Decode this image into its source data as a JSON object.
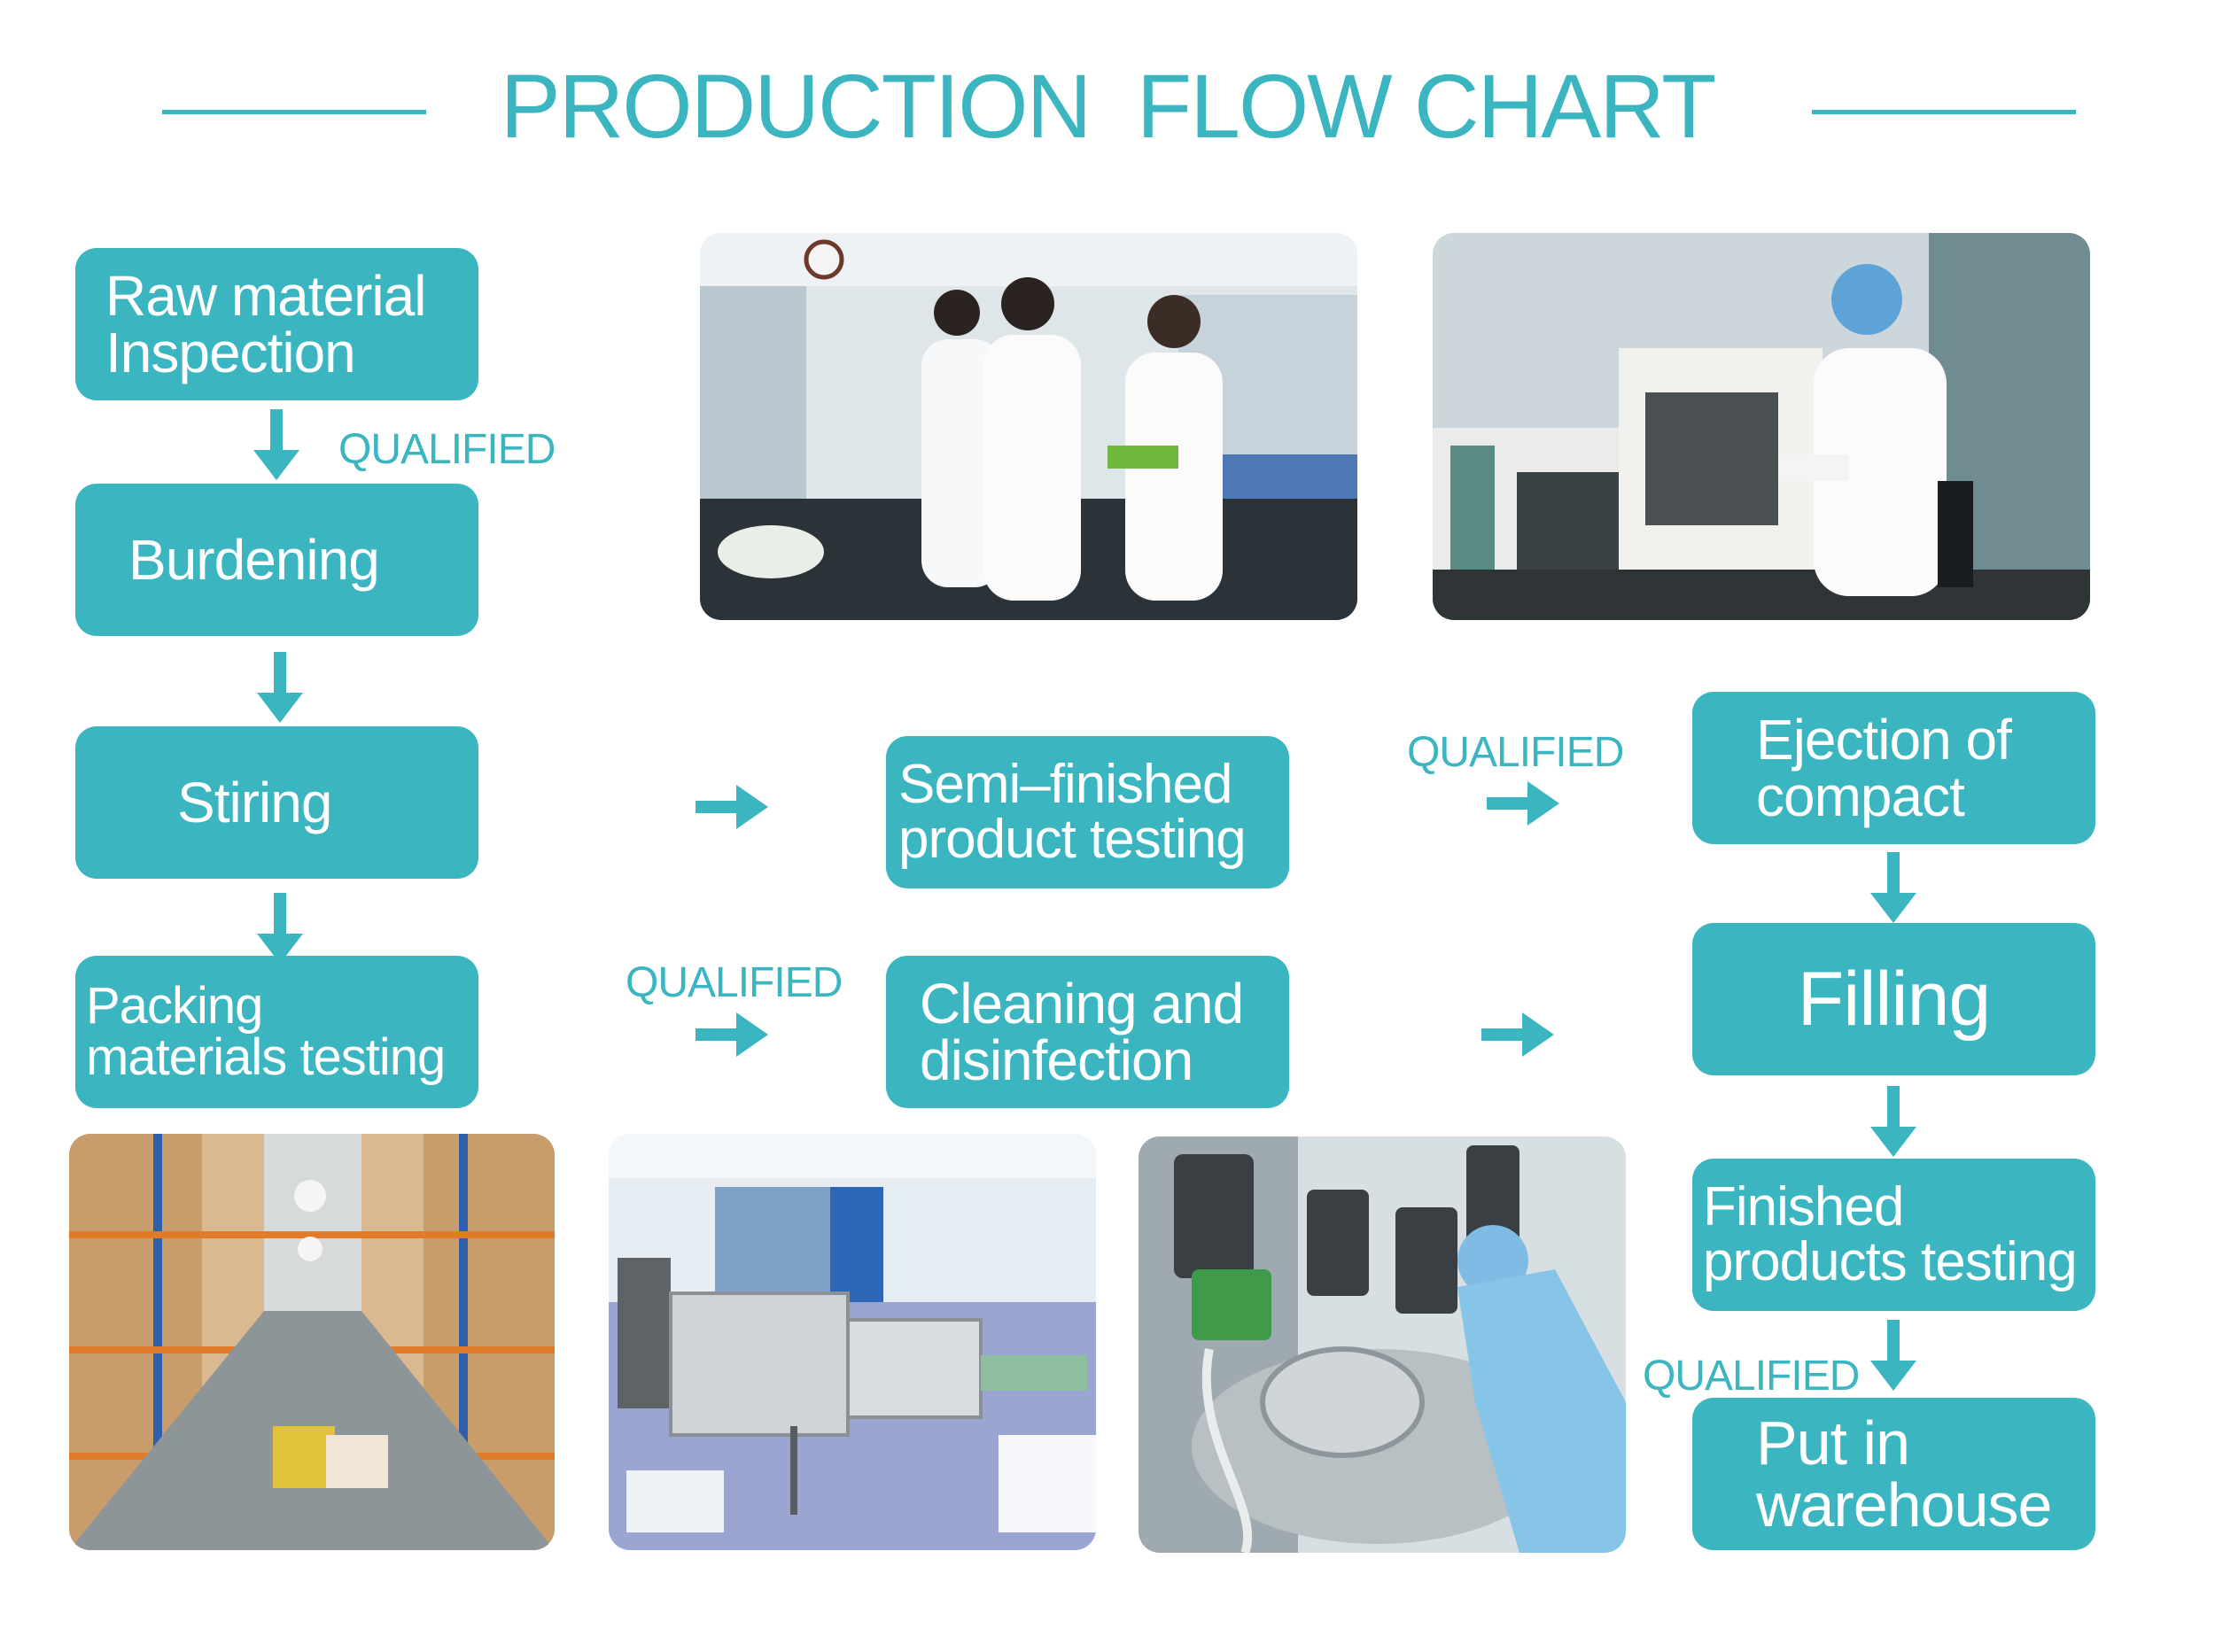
{
  "title": "PRODUCTION  FLOW CHART",
  "accent_color": "#3bb6c1",
  "steps": {
    "raw_material": "Raw material\nInspection",
    "burdening": "Burdening",
    "stiring": "Stiring",
    "packing": "Packing\nmaterials testing",
    "semi_finished": "Semi–finished\nproduct testing",
    "cleaning": "Cleaning and\ndisinfection",
    "ejection": "Ejection of\ncompact",
    "filling": "Filling",
    "finished": "Finished\nproducts testing",
    "warehouse": "Put in\nwarehouse"
  },
  "qualified_label": "QUALIFIED",
  "photos": [
    "lab-technicians-photo",
    "oven-testing-photo",
    "warehouse-photo",
    "packaging-machine-photo",
    "mixing-tank-photo"
  ]
}
